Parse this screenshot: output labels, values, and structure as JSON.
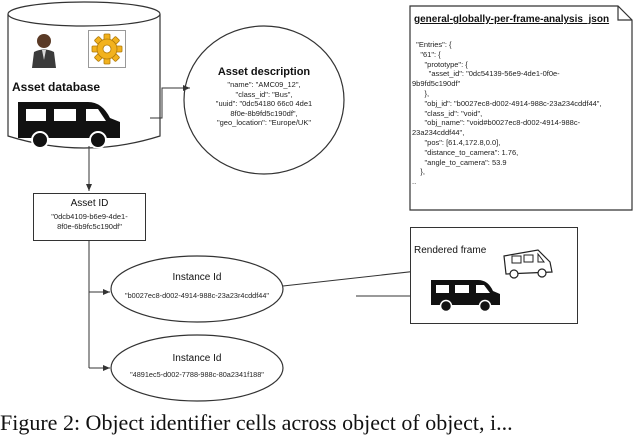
{
  "json_file": {
    "title": "general-globally-per-frame-analysis_json",
    "lines": [
      "  \"Entries\": {",
      "    \"61\": {",
      "      \"prototype\": {",
      "        \"asset_id\": \"0dc54139-56e9-4de1-0f0e-",
      "9b9fd5c190df\"",
      "      },",
      "      \"obj_id\": \"b0027ec8-d002-4914-988c-23a234cddf44\",",
      "      \"class_id\": \"void\",",
      "      \"obj_name\": \"void#b0027ec8-d002-4914-988c-",
      "23a234cddf44\",",
      "      \"pos\": [61.4,172.8,0.0],",
      "      \"distance_to_camera\": 1.76,",
      "      \"angle_to_camera\": 53.9",
      "    },",
      ".."
    ]
  },
  "asset_database": {
    "label": "Asset database"
  },
  "asset_description": {
    "title": "Asset description",
    "lines": [
      "\"name\": \"AMC09_12\",",
      "\"class_id\": \"Bus\",",
      "\"uuid\": \"0dc54180 66c0 4de1",
      "8f0e-8b9fd5c190df\",",
      "\"geo_location\": \"Europe/UK\""
    ]
  },
  "asset_id_box": {
    "title": "Asset ID",
    "lines": [
      "\"0dcb4109-b6e9-4de1-",
      "8f0e-6b9fc5c190df\""
    ]
  },
  "rendered_frame": {
    "title": "Rendered frame"
  },
  "instances": [
    {
      "title": "Instance Id",
      "id": "\"b0027ec8-d002-4914-988c-23a23r4cddf44\""
    },
    {
      "title": "Instance Id",
      "id": "\"4891ec5-d002-7788-988c-80a2341f188\""
    }
  ],
  "caption": "Figure 2:  Object identifier cells across object of object, i...",
  "colors": {
    "stroke": "#333333",
    "gear": "#f2b21e",
    "vehicle": "#111111"
  }
}
